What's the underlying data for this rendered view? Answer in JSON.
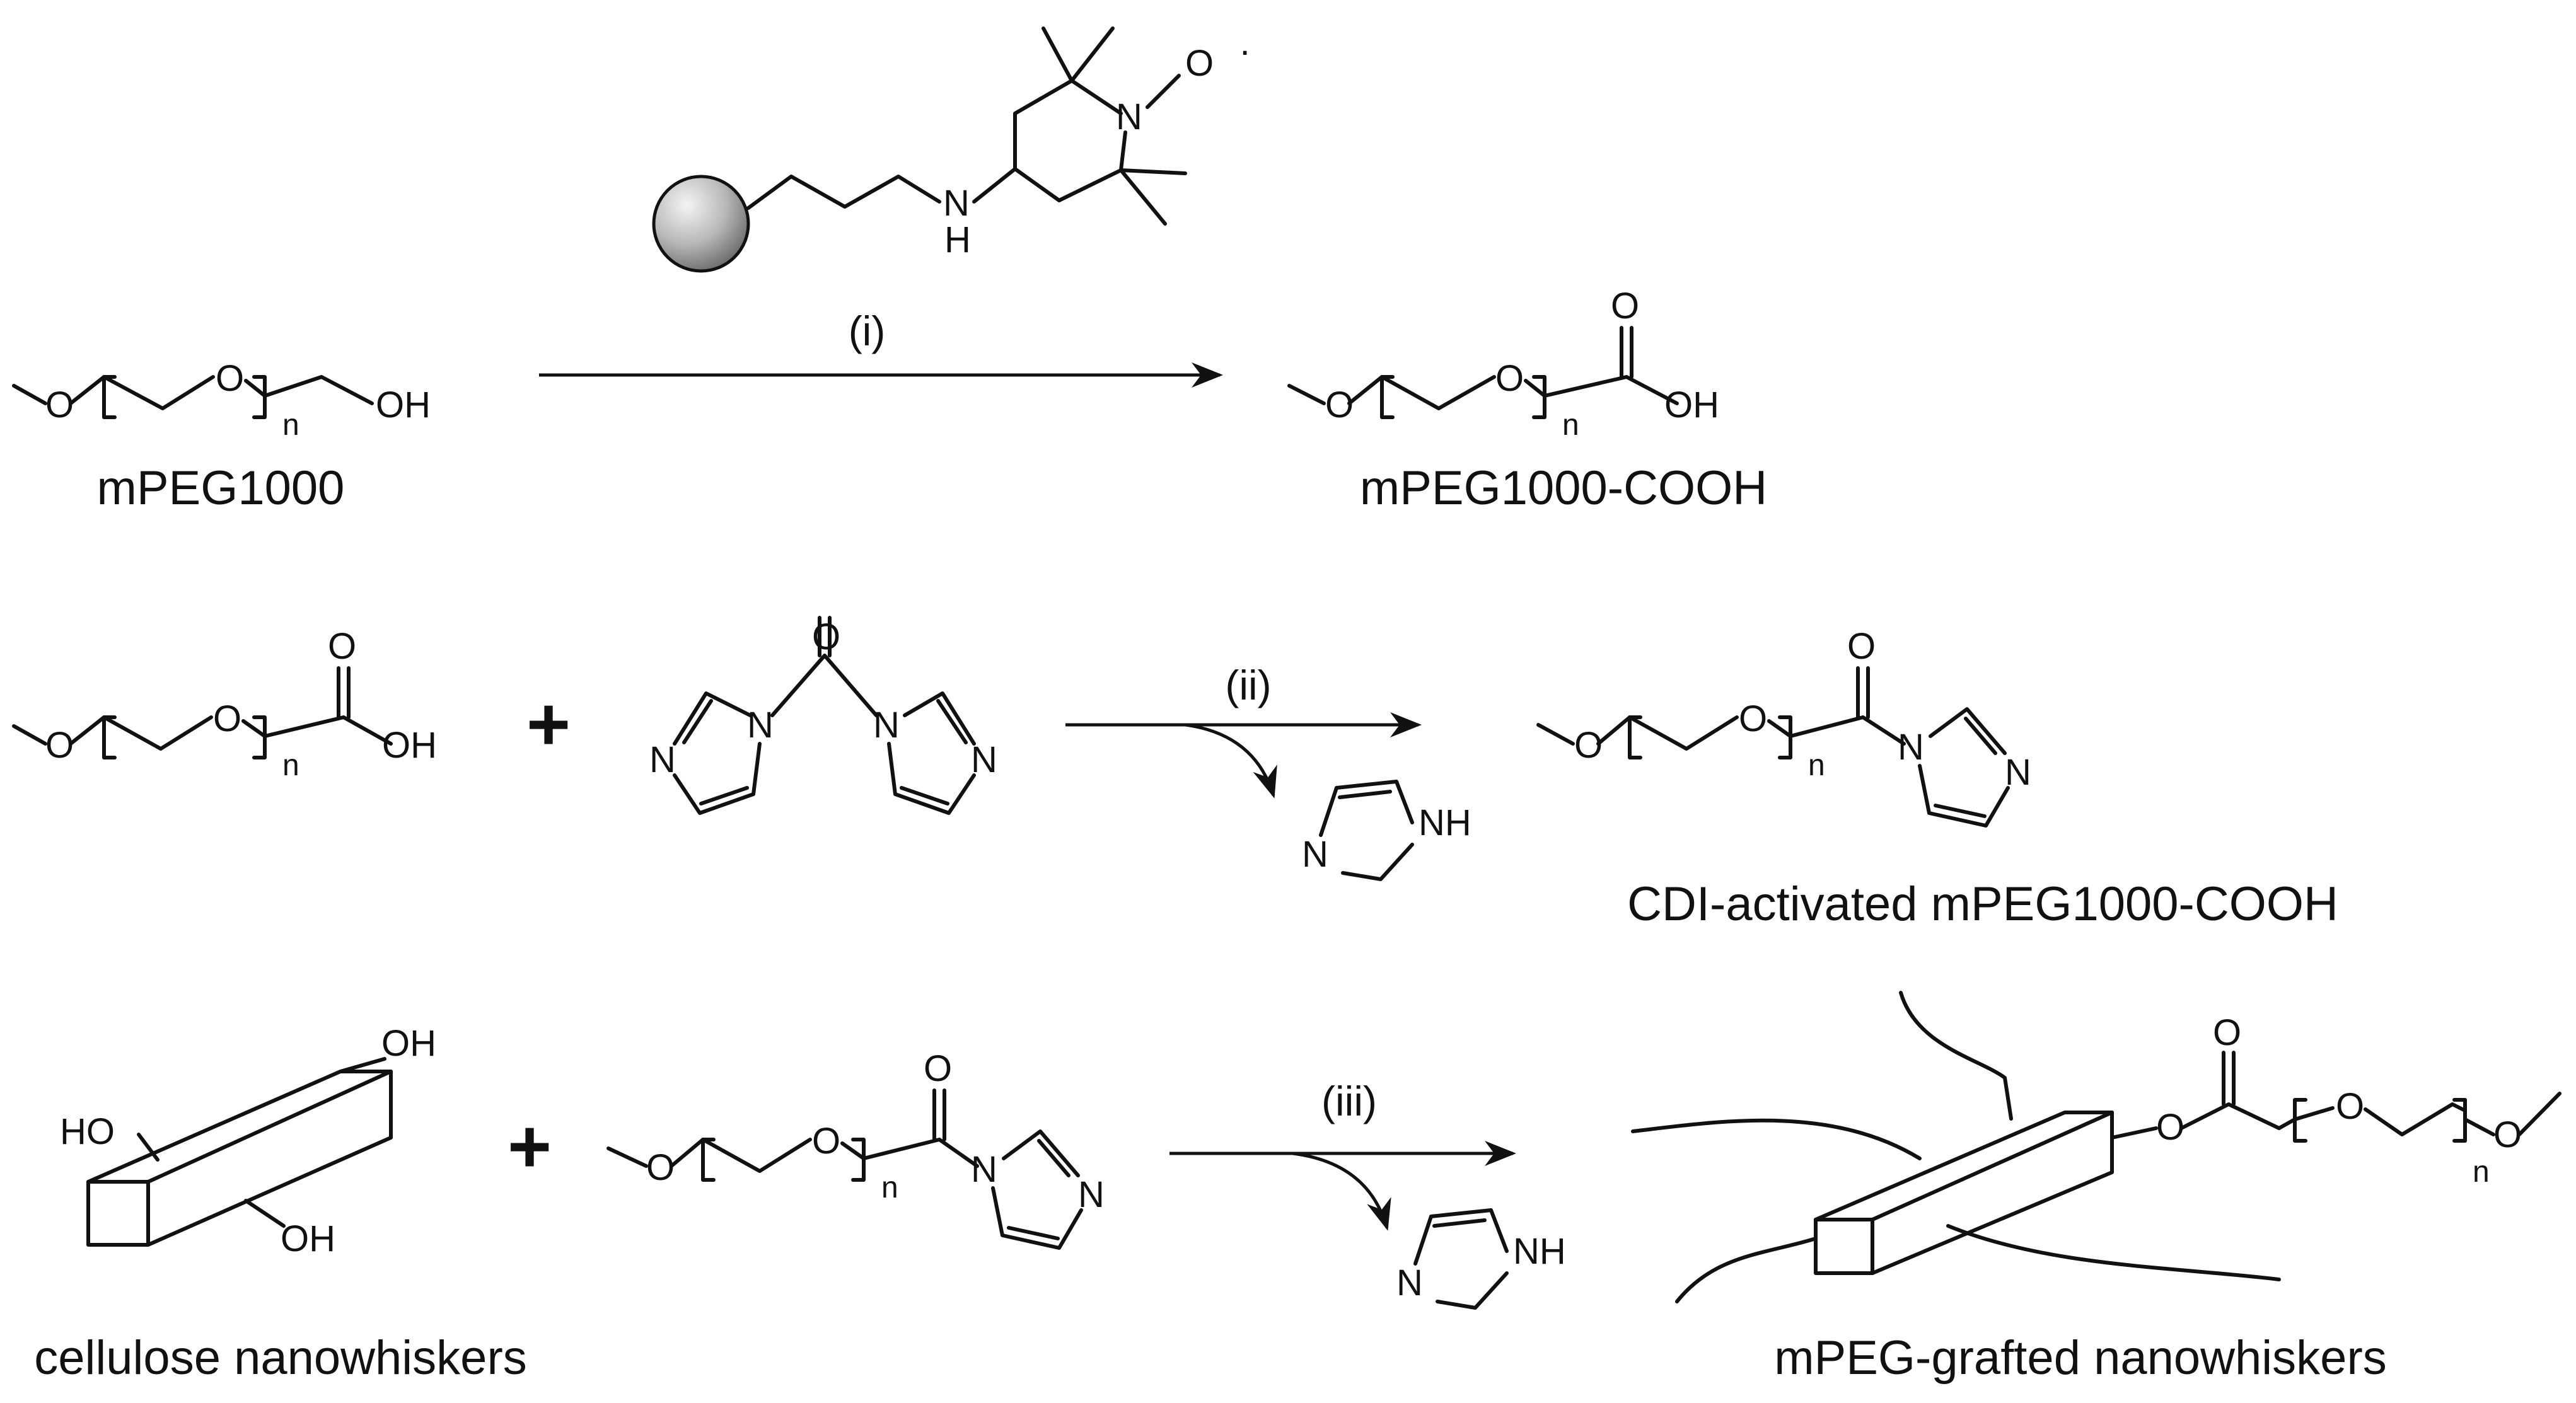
{
  "row1": {
    "reactant_label": "mPEG1000",
    "product_label": "mPEG1000-COOH",
    "condition": "(i)",
    "atoms": {
      "o": "O",
      "oh": "OH",
      "n_index": "n",
      "n": "N",
      "h": "H",
      "radical": "·"
    }
  },
  "row2": {
    "plus": "+",
    "condition": "(ii)",
    "product_label": "CDI-activated mPEG1000-COOH",
    "atoms": {
      "o": "O",
      "oh": "OH",
      "n_index": "n",
      "n": "N",
      "nh": "NH",
      "h": "H"
    }
  },
  "row3": {
    "plus": "+",
    "condition": "(iii)",
    "reactant_label": "cellulose nanowhiskers",
    "product_label": "mPEG-grafted nanowhiskers",
    "atoms": {
      "o": "O",
      "oh": "OH",
      "ho": "HO",
      "n_index": "n",
      "n": "N",
      "nh": "NH"
    }
  }
}
